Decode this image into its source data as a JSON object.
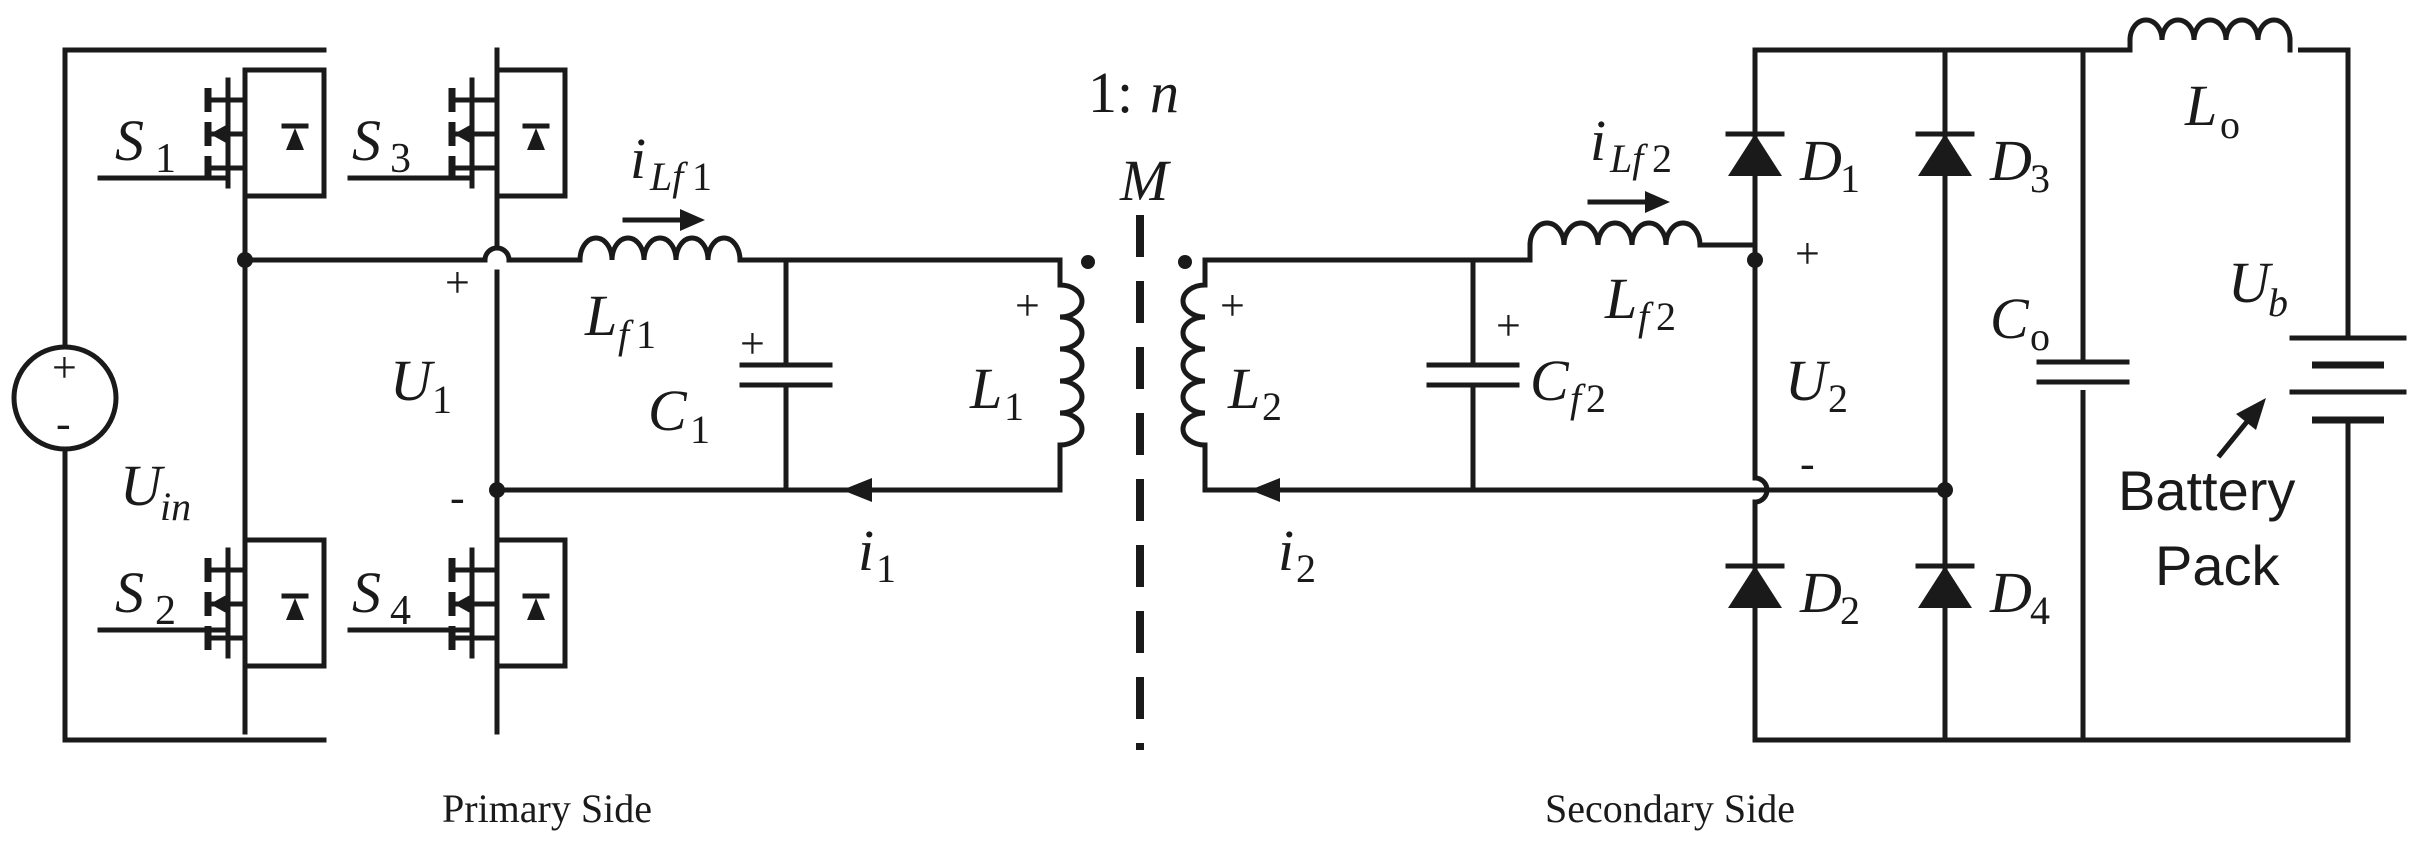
{
  "captions": {
    "primary": "Primary Side",
    "secondary": "Secondary Side"
  },
  "labels": {
    "S1": [
      "S",
      "1"
    ],
    "S2": [
      "S",
      "2"
    ],
    "S3": [
      "S",
      "3"
    ],
    "S4": [
      "S",
      "4"
    ],
    "Uin": [
      "U",
      "in"
    ],
    "U1": [
      "U",
      "1"
    ],
    "U2": [
      "U",
      "2"
    ],
    "iLf1": [
      "i",
      "Lf",
      "1"
    ],
    "iLf2": [
      "i",
      "Lf",
      "2"
    ],
    "Lf1": [
      "L",
      "f",
      "1"
    ],
    "Lf2": [
      "L",
      "f",
      "2"
    ],
    "C1": [
      "C",
      "1"
    ],
    "Cf2": [
      "C",
      "f",
      "2"
    ],
    "L1": [
      "L",
      "1"
    ],
    "L2": [
      "L",
      "2"
    ],
    "i1": [
      "i",
      "1"
    ],
    "i2": [
      "i",
      "2"
    ],
    "ratio": [
      "1:",
      "n"
    ],
    "M": "M",
    "D1": [
      "D",
      "1"
    ],
    "D2": [
      "D",
      "2"
    ],
    "D3": [
      "D",
      "3"
    ],
    "D4": [
      "D",
      "4"
    ],
    "Co": [
      "C",
      "o"
    ],
    "Lo": [
      "L",
      "o"
    ],
    "Ub": [
      "U",
      "b"
    ],
    "battery": [
      "Battery",
      "Pack"
    ],
    "plus": "+",
    "minus": "-"
  }
}
